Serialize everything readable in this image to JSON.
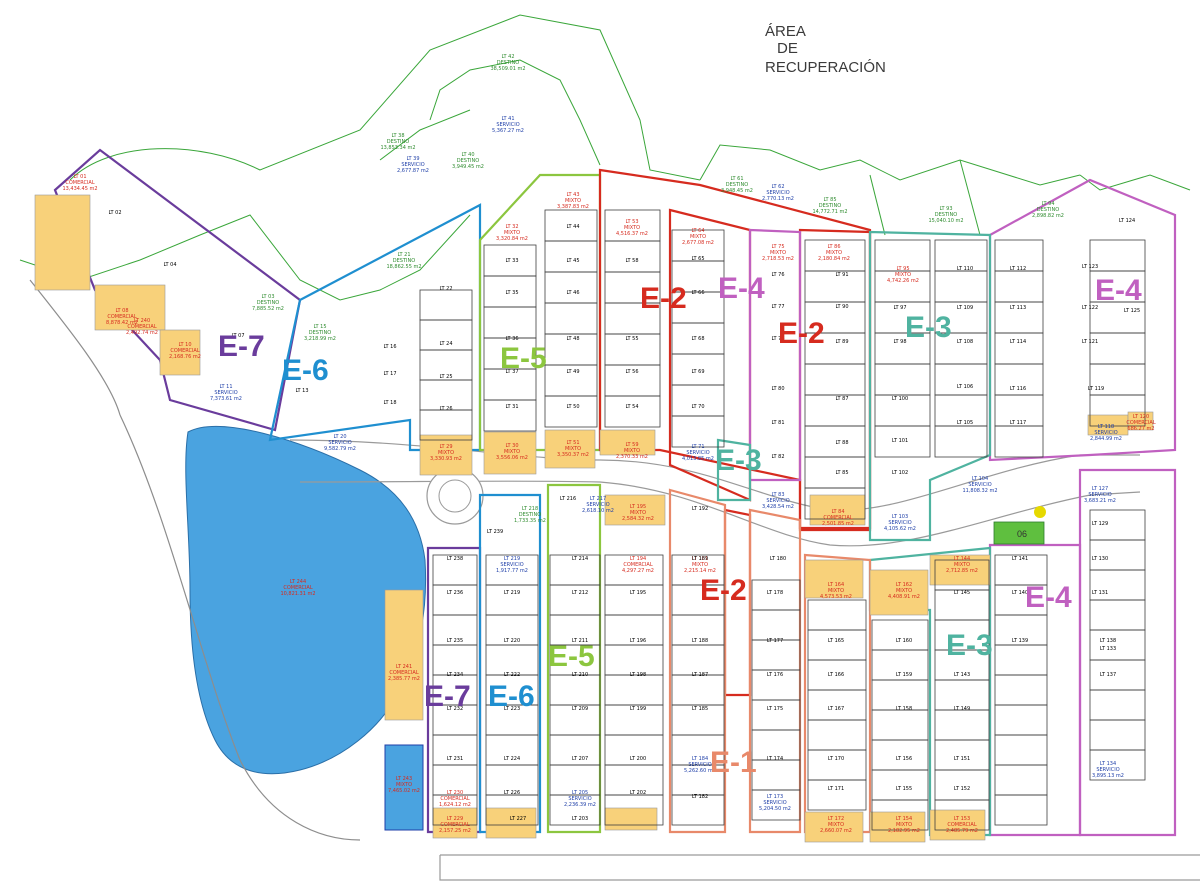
{
  "header": {
    "area_lines": [
      "ÁREA",
      "DE",
      "RECUPERACIÓN"
    ]
  },
  "colors": {
    "green": "#3aa63a",
    "red": "#d62b1f",
    "purple": "#6a3c9c",
    "blue": "#1f8fd0",
    "teal": "#4fb3a0",
    "pink": "#c060c0",
    "yellow": "#f8d17a",
    "salmon": "#e8896a",
    "lake": "#4aa3e0",
    "navy": "#1f3fa8",
    "lime": "#8cc63f"
  },
  "sectors": [
    {
      "label": "E-7",
      "color": "#6a3c9c"
    },
    {
      "label": "E-6",
      "color": "#1f8fd0"
    },
    {
      "label": "E-5",
      "color": "#8cc63f"
    },
    {
      "label": "E-2",
      "color": "#d62b1f"
    },
    {
      "label": "E-4",
      "color": "#c060c0"
    },
    {
      "label": "E-2",
      "color": "#d62b1f"
    },
    {
      "label": "E-3",
      "color": "#4fb3a0"
    },
    {
      "label": "E-4",
      "color": "#c060c0"
    },
    {
      "label": "E-3",
      "color": "#4fb3a0"
    },
    {
      "label": "E-2",
      "color": "#d62b1f"
    },
    {
      "label": "E-4",
      "color": "#c060c0"
    },
    {
      "label": "E-3",
      "color": "#4fb3a0"
    },
    {
      "label": "E-5",
      "color": "#8cc63f"
    },
    {
      "label": "E-7",
      "color": "#6a3c9c"
    },
    {
      "label": "E-6",
      "color": "#1f8fd0"
    },
    {
      "label": "E-1",
      "color": "#e8896a"
    }
  ],
  "lots": [
    {
      "name": "LT 01",
      "use": "COMERCIAL",
      "area": "13,434.45 m2"
    },
    {
      "name": "LT 02"
    },
    {
      "name": "LT 04"
    },
    {
      "name": "LT 08",
      "use": "COMERCIAL",
      "area": "8,878.42 m2"
    },
    {
      "name": "LT 10",
      "use": "COMERCIAL",
      "area": "2,168.76 m2"
    },
    {
      "name": "LT 07"
    },
    {
      "name": "LT 11",
      "use": "SERVICIO",
      "area": "7,373.61 m2"
    },
    {
      "name": "LT 13"
    },
    {
      "name": "LT 16"
    },
    {
      "name": "LT 17"
    },
    {
      "name": "LT 18"
    },
    {
      "name": "LT 20",
      "use": "SERVICIO",
      "area": "9,582.79 m2"
    },
    {
      "name": "LT 03",
      "use": "DESTINO",
      "area": "7,885.52 m2"
    },
    {
      "name": "LT 15",
      "use": "DESTINO",
      "area": "3,218.99 m2"
    },
    {
      "name": "LT 21",
      "use": "DESTINO",
      "area": "18,862.55 m2"
    },
    {
      "name": "LT 38",
      "use": "DESTINO",
      "area": "13,853.34 m2"
    },
    {
      "name": "LT 39",
      "use": "SERVICIO",
      "area": "2,677.87 m2"
    },
    {
      "name": "LT 40",
      "use": "DESTINO",
      "area": "3,949.45 m2"
    },
    {
      "name": "LT 41",
      "use": "SERVICIO",
      "area": "5,367.27 m2"
    },
    {
      "name": "LT 42",
      "use": "DESTINO",
      "area": "38,509.01 m2"
    },
    {
      "name": "LT 22"
    },
    {
      "name": "LT 24"
    },
    {
      "name": "LT 25"
    },
    {
      "name": "LT 26"
    },
    {
      "name": "LT 29",
      "use": "MIXTO",
      "area": "3,330.93 m2"
    },
    {
      "name": "LT 32",
      "use": "MIXTO",
      "area": "3,320.84 m2"
    },
    {
      "name": "LT 30",
      "use": "MIXTO",
      "area": "3,556.06 m2"
    },
    {
      "name": "LT 33"
    },
    {
      "name": "LT 35"
    },
    {
      "name": "LT 36"
    },
    {
      "name": "LT 37"
    },
    {
      "name": "LT 31"
    },
    {
      "name": "LT 43",
      "use": "MIXTO",
      "area": "3,387.83 m2"
    },
    {
      "name": "LT 44"
    },
    {
      "name": "LT 45"
    },
    {
      "name": "LT 46"
    },
    {
      "name": "LT 48"
    },
    {
      "name": "LT 49"
    },
    {
      "name": "LT 50"
    },
    {
      "name": "LT 51",
      "use": "MIXTO",
      "area": "3,350.37 m2"
    },
    {
      "name": "LT 53",
      "use": "MIXTO",
      "area": "4,516.37 m2"
    },
    {
      "name": "LT 58"
    },
    {
      "name": "LT 54"
    },
    {
      "name": "LT 55"
    },
    {
      "name": "LT 56"
    },
    {
      "name": "LT 59",
      "use": "MIXTO",
      "area": "2,370.33 m2"
    },
    {
      "name": "LT 64",
      "use": "MIXTO",
      "area": "2,677.08 m2"
    },
    {
      "name": "LT 65"
    },
    {
      "name": "LT 66"
    },
    {
      "name": "LT 68"
    },
    {
      "name": "LT 69"
    },
    {
      "name": "LT 70"
    },
    {
      "name": "LT 71",
      "use": "SERVICIO",
      "area": "4,013.85 m2"
    },
    {
      "name": "LT 75",
      "use": "MIXTO",
      "area": "2,718.53 m2"
    },
    {
      "name": "LT 76"
    },
    {
      "name": "LT 77"
    },
    {
      "name": "LT 78"
    },
    {
      "name": "LT 80"
    },
    {
      "name": "LT 81"
    },
    {
      "name": "LT 82"
    },
    {
      "name": "LT 83",
      "use": "SERVICIO",
      "area": "3,428.54 m2"
    },
    {
      "name": "LT 61",
      "use": "DESTINO",
      "area": "3,948.45 m2"
    },
    {
      "name": "LT 62",
      "use": "SERVICIO",
      "area": "2,770.13 m2"
    },
    {
      "name": "LT 85",
      "use": "DESTINO",
      "area": "14,772.71 m2"
    },
    {
      "name": "LT 86",
      "use": "MIXTO",
      "area": "2,180.84 m2"
    },
    {
      "name": "LT 91"
    },
    {
      "name": "LT 90"
    },
    {
      "name": "LT 89"
    },
    {
      "name": "LT 87"
    },
    {
      "name": "LT 88"
    },
    {
      "name": "LT 85"
    },
    {
      "name": "LT 84",
      "use": "COMERCIAL",
      "area": "2,501.85 m2"
    },
    {
      "name": "LT 93",
      "use": "DESTINO",
      "area": "15,040.10 m2"
    },
    {
      "name": "LT 95",
      "use": "MIXTO",
      "area": "4,742.26 m2"
    },
    {
      "name": "LT 97"
    },
    {
      "name": "LT 98"
    },
    {
      "name": "LT 100"
    },
    {
      "name": "LT 101"
    },
    {
      "name": "LT 102"
    },
    {
      "name": "LT 103",
      "use": "SERVICIO",
      "area": "4,105.62 m2"
    },
    {
      "name": "LT 104",
      "use": "SERVICIO",
      "area": "11,808.32 m2"
    },
    {
      "name": "LT 110"
    },
    {
      "name": "LT 109"
    },
    {
      "name": "LT 108"
    },
    {
      "name": "LT 106"
    },
    {
      "name": "LT 105"
    },
    {
      "name": "LT 112"
    },
    {
      "name": "LT 113"
    },
    {
      "name": "LT 114"
    },
    {
      "name": "LT 116"
    },
    {
      "name": "LT 117"
    },
    {
      "name": "LT 118",
      "use": "SERVICIO",
      "area": "2,844.99 m2"
    },
    {
      "name": "LT 120",
      "use": "COMERCIAL",
      "area": "686.27 m2"
    },
    {
      "name": "LT 94",
      "use": "DESTINO",
      "area": "2,898.82 m2"
    },
    {
      "name": "LT 124"
    },
    {
      "name": "LT 123"
    },
    {
      "name": "LT 122"
    },
    {
      "name": "LT 125"
    },
    {
      "name": "LT 121"
    },
    {
      "name": "LT 119"
    },
    {
      "name": "LT 127",
      "use": "SERVICIO",
      "area": "3,683.21 m2"
    },
    {
      "name": "LT 129"
    },
    {
      "name": "LT 130"
    },
    {
      "name": "LT 131"
    },
    {
      "name": "LT 133"
    },
    {
      "name": "LT 134",
      "use": "SERVICIO",
      "area": "3,895.13 m2"
    },
    {
      "name": "LT 137"
    },
    {
      "name": "LT 138"
    },
    {
      "name": "LT 139"
    },
    {
      "name": "LT 140"
    },
    {
      "name": "LT 141"
    },
    {
      "name": "LT 143"
    },
    {
      "name": "LT 144",
      "use": "MIXTO",
      "area": "2,712.85 m2"
    },
    {
      "name": "LT 145"
    },
    {
      "name": "LT 149"
    },
    {
      "name": "LT 151"
    },
    {
      "name": "LT 152"
    },
    {
      "name": "LT 153",
      "use": "COMERCIAL",
      "area": "2,485.79 m2"
    },
    {
      "name": "LT 154",
      "use": "MIXTO",
      "area": "2,182.95 m2"
    },
    {
      "name": "LT 155"
    },
    {
      "name": "LT 156"
    },
    {
      "name": "LT 158"
    },
    {
      "name": "LT 159"
    },
    {
      "name": "LT 160"
    },
    {
      "name": "LT 162",
      "use": "MIXTO",
      "area": "4,408.91 m2"
    },
    {
      "name": "LT 164",
      "use": "MIXTO",
      "area": "4,573.53 m2"
    },
    {
      "name": "LT 165"
    },
    {
      "name": "LT 166"
    },
    {
      "name": "LT 167"
    },
    {
      "name": "LT 170"
    },
    {
      "name": "LT 171"
    },
    {
      "name": "LT 172",
      "use": "MIXTO",
      "area": "2,660.07 m2"
    },
    {
      "name": "LT 173",
      "use": "SERVICIO",
      "area": "5,204.50 m2"
    },
    {
      "name": "LT 174"
    },
    {
      "name": "LT 175"
    },
    {
      "name": "LT 176"
    },
    {
      "name": "LT 177"
    },
    {
      "name": "LT 178"
    },
    {
      "name": "LT 180"
    },
    {
      "name": "LT 181",
      "use": "MIXTO",
      "area": "2,215.14 m2"
    },
    {
      "name": "LT 182"
    },
    {
      "name": "LT 184",
      "use": "SERVICIO",
      "area": "5,262.60 m2"
    },
    {
      "name": "LT 185"
    },
    {
      "name": "LT 187"
    },
    {
      "name": "LT 188"
    },
    {
      "name": "LT 189"
    },
    {
      "name": "LT 192"
    },
    {
      "name": "LT 195",
      "use": "MIXTO",
      "area": "2,584.32 m2"
    },
    {
      "name": "LT 194",
      "use": "COMERCIAL",
      "area": "4,297.27 m2"
    },
    {
      "name": "LT 195"
    },
    {
      "name": "LT 196"
    },
    {
      "name": "LT 198"
    },
    {
      "name": "LT 199"
    },
    {
      "name": "LT 200"
    },
    {
      "name": "LT 202"
    },
    {
      "name": "LT 203"
    },
    {
      "name": "LT 205",
      "use": "SERVICIO",
      "area": "2,236.39 m2"
    },
    {
      "name": "LT 207"
    },
    {
      "name": "LT 209"
    },
    {
      "name": "LT 210"
    },
    {
      "name": "LT 211"
    },
    {
      "name": "LT 212"
    },
    {
      "name": "LT 214"
    },
    {
      "name": "LT 216"
    },
    {
      "name": "LT 217",
      "use": "SERVICIO",
      "area": "2,618.10 m2"
    },
    {
      "name": "LT 218",
      "use": "DESTINO",
      "area": "1,733.35 m2"
    },
    {
      "name": "LT 219",
      "use": "SERVICIO",
      "area": "1,917.77 m2"
    },
    {
      "name": "LT 219"
    },
    {
      "name": "LT 220"
    },
    {
      "name": "LT 222"
    },
    {
      "name": "LT 223"
    },
    {
      "name": "LT 224"
    },
    {
      "name": "LT 226"
    },
    {
      "name": "LT 227"
    },
    {
      "name": "LT 229",
      "use": "COMERCIAL",
      "area": "2,157.25 m2"
    },
    {
      "name": "LT 230",
      "use": "COMERCIAL",
      "area": "1,624.12 m2"
    },
    {
      "name": "LT 231"
    },
    {
      "name": "LT 232"
    },
    {
      "name": "LT 234"
    },
    {
      "name": "LT 235"
    },
    {
      "name": "LT 236"
    },
    {
      "name": "LT 238"
    },
    {
      "name": "LT 239"
    },
    {
      "name": "LT 240",
      "use": "COMERCIAL",
      "area": "2,492.74 m2"
    },
    {
      "name": "LT 241",
      "use": "COMERCIAL",
      "area": "2,385.77 m2"
    },
    {
      "name": "LT 243",
      "use": "MIXTO",
      "area": "7,465.02 m2"
    },
    {
      "name": "LT 244",
      "use": "COMERCIAL",
      "area": "10,821.31 m2"
    }
  ],
  "labels": {
    "badge_06": "06"
  }
}
